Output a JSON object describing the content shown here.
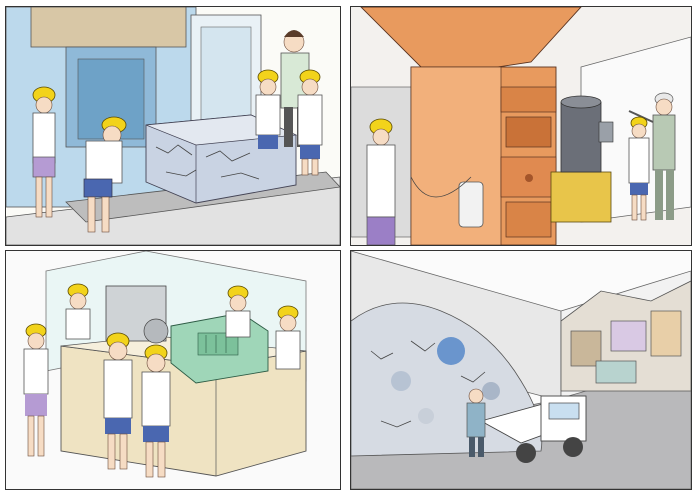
{
  "panels": [
    {
      "id": "panel-baling-press",
      "kind": "illustration"
    },
    {
      "id": "panel-incinerator",
      "kind": "illustration"
    },
    {
      "id": "panel-control-room",
      "kind": "illustration"
    },
    {
      "id": "panel-garbage-pit",
      "kind": "illustration"
    }
  ],
  "colors": {
    "helmet": "#f2d31b",
    "blue_machine": "#a9cde6",
    "incinerator_orange": "#e89a5e",
    "control_green": "#9fd6b8",
    "counter_beige": "#efe3c2",
    "pit_wall": "#e8e8e8",
    "road_gray": "#b9b9bb"
  },
  "icons": [
    "child-figure-icon",
    "worker-figure-icon",
    "truck-icon"
  ]
}
